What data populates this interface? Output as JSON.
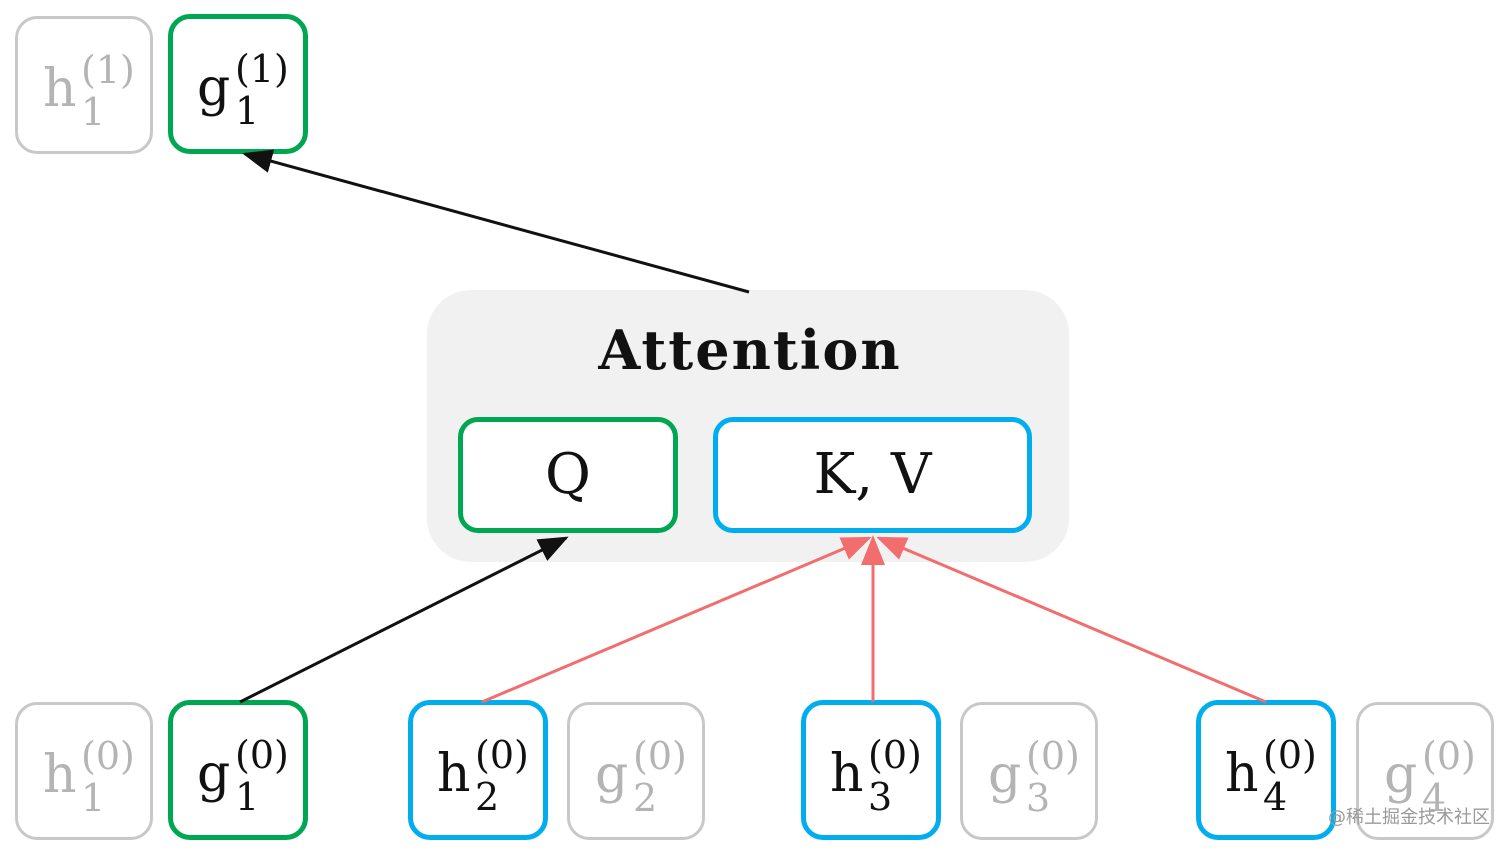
{
  "diagram": {
    "top_row": {
      "h1": {
        "base": "h",
        "sup": "(1)",
        "sub": "1"
      },
      "g1": {
        "base": "g",
        "sup": "(1)",
        "sub": "1"
      }
    },
    "attention": {
      "title": "Attention",
      "query_label": "Q",
      "key_value_label": "K, V"
    },
    "bottom_row": {
      "h1": {
        "base": "h",
        "sup": "(0)",
        "sub": "1"
      },
      "g1": {
        "base": "g",
        "sup": "(0)",
        "sub": "1"
      },
      "h2": {
        "base": "h",
        "sup": "(0)",
        "sub": "2"
      },
      "g2": {
        "base": "g",
        "sup": "(0)",
        "sub": "2"
      },
      "h3": {
        "base": "h",
        "sup": "(0)",
        "sub": "3"
      },
      "g3": {
        "base": "g",
        "sup": "(0)",
        "sub": "3"
      },
      "h4": {
        "base": "h",
        "sup": "(0)",
        "sub": "4"
      },
      "g4": {
        "base": "g",
        "sup": "(0)",
        "sub": "4"
      }
    },
    "colors": {
      "query_stream": "#00a651",
      "content_stream": "#00aeef",
      "faded": "#c8c8c8",
      "panel": "#f1f1f1",
      "query_arrow": "#111111",
      "content_arrow": "#f26d6d"
    }
  },
  "watermark": "@稀土掘金技术社区"
}
